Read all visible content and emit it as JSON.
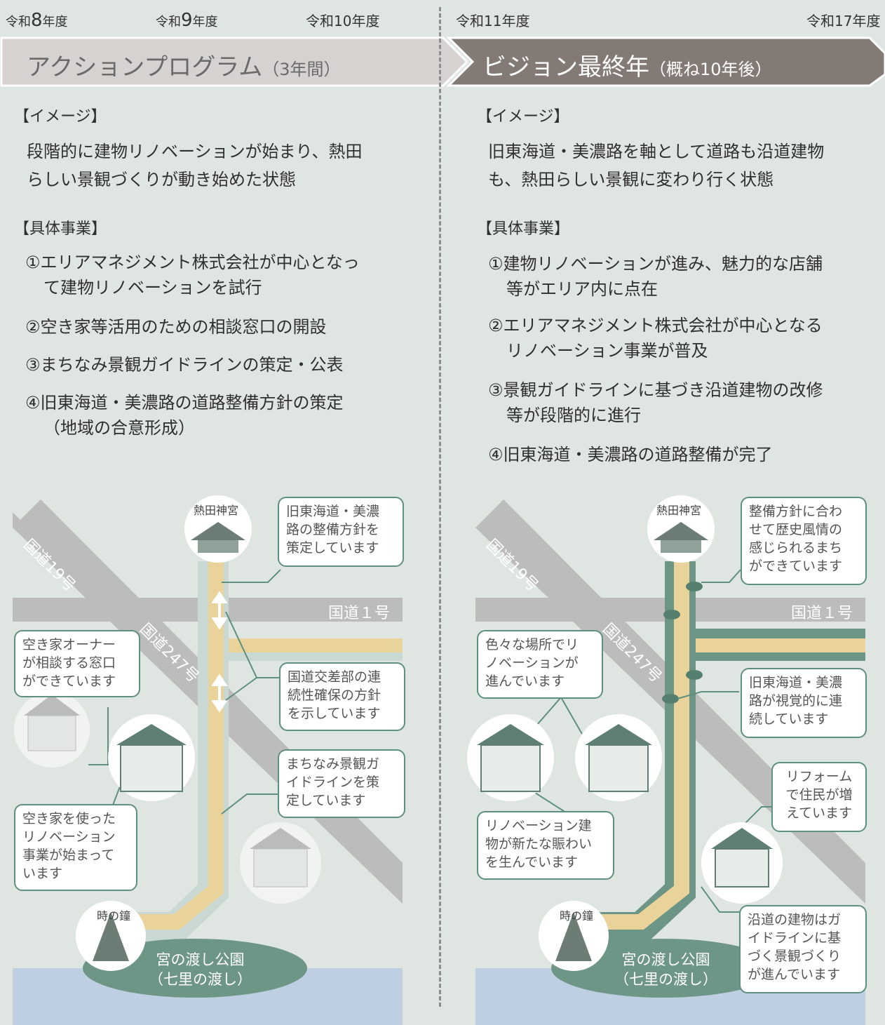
{
  "years": {
    "y8": {
      "prefix": "令和",
      "num": "8",
      "suffix": "年度"
    },
    "y9": {
      "prefix": "令和",
      "num": "9",
      "suffix": "年度"
    },
    "y10": "令和10年度",
    "y11": "令和11年度",
    "y17": "令和17年度"
  },
  "left": {
    "banner_title": "アクションプログラム",
    "banner_sub": "（3年間）",
    "image_heading": "【イメージ】",
    "image_text": [
      "段階的に建物リノベーションが始まり、熱田",
      "らしい景観づくりが動き始めた状態"
    ],
    "projects_heading": "【具体事業】",
    "projects": [
      {
        "num": "①",
        "lines": [
          "エリアマネジメント株式会社が中心となっ",
          "て建物リノベーションを試行"
        ]
      },
      {
        "num": "②",
        "lines": [
          "空き家等活用のための相談窓口の開設"
        ]
      },
      {
        "num": "③",
        "lines": [
          "まちなみ景観ガイドラインの策定・公表"
        ]
      },
      {
        "num": "④",
        "lines": [
          "旧東海道・美濃路の道路整備方針の策定",
          "（地域の合意形成）"
        ]
      }
    ],
    "map": {
      "shrine": "熱田神宮",
      "route19": "国道19号",
      "route1": "国道１号",
      "route247": "国道247号",
      "bell": "時の鐘",
      "park": [
        "宮の渡し公園",
        "（七里の渡し）"
      ],
      "callouts": {
        "road_policy": [
          "旧東海道・美濃",
          "路の整備方針を",
          "策定しています"
        ],
        "vacant_owner": [
          "空き家オーナー",
          "が相談する窓口",
          "ができています"
        ],
        "intersection": [
          "国道交差部の連",
          "続性確保の方針",
          "を示しています"
        ],
        "guideline": [
          "まちなみ景観ガ",
          "イドラインを策",
          "定しています"
        ],
        "vacant_reno": [
          "空き家を使った",
          "リノベーション",
          "事業が始まって",
          "います"
        ]
      }
    }
  },
  "right": {
    "banner_title": "ビジョン最終年",
    "banner_sub": "（概ね10年後）",
    "image_heading": "【イメージ】",
    "image_text": [
      "旧東海道・美濃路を軸として道路も沿道建物",
      "も、熱田らしい景観に変わり行く状態"
    ],
    "projects_heading": "【具体事業】",
    "projects": [
      {
        "num": "①",
        "lines": [
          "建物リノベーションが進み、魅力的な店舗",
          "等がエリア内に点在"
        ]
      },
      {
        "num": "②",
        "lines": [
          "エリアマネジメント株式会社が中心となる",
          "リノベーション事業が普及"
        ]
      },
      {
        "num": "③",
        "lines": [
          "景観ガイドラインに基づき沿道建物の改修",
          "等が段階的に進行"
        ]
      },
      {
        "num": "④",
        "lines": [
          "旧東海道・美濃路の道路整備が完了"
        ]
      }
    ],
    "map": {
      "shrine": "熱田神宮",
      "route19": "国道19号",
      "route1": "国道１号",
      "route247": "国道247号",
      "bell": "時の鐘",
      "park": [
        "宮の渡し公園",
        "（七里の渡し）"
      ],
      "callouts": {
        "history": [
          "整備方針に合わ",
          "せて歴史風情の",
          "感じられるまち",
          "ができています"
        ],
        "various": [
          "色々な場所でリ",
          "ノベーションが",
          "進んでいます"
        ],
        "continuous": [
          "旧東海道・美濃",
          "路が視覚的に連",
          "続しています"
        ],
        "reform": [
          "リフォーム",
          "で住民が増",
          "えています"
        ],
        "new_life": [
          "リノベーション建",
          "物が新たな賑わい",
          "を生んでいます"
        ],
        "roadside": [
          "沿道の建物はガ",
          "イドラインに基",
          "づく景観づくり",
          "が進んでいます"
        ]
      }
    }
  },
  "colors": {
    "background": "#dfe6e2",
    "left_banner": "#d5d2cf",
    "right_banner": "#847a75",
    "road_green": "#6d9585",
    "road_beige": "#ead39a",
    "road_gray": "#bdbcbc",
    "water": "#bdcfe0",
    "park": "#6e9686"
  }
}
